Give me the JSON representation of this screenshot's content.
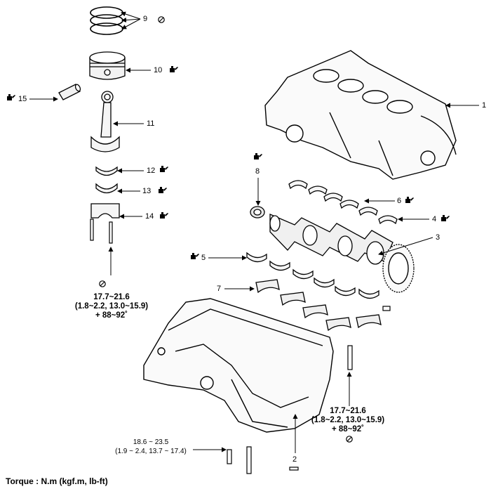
{
  "callouts": {
    "c1": "1",
    "c2": "2",
    "c3": "3",
    "c4": "4",
    "c5": "5",
    "c6": "6",
    "c7": "7",
    "c8": "8",
    "c9": "9",
    "c10": "10",
    "c11": "11",
    "c12": "12",
    "c13": "13",
    "c14": "14",
    "c15": "15"
  },
  "specs": {
    "rod_cap": {
      "l1": "17.7~21.6",
      "l2": "(1.8~2.2, 13.0~15.9)",
      "l3": "+ 88~92˚"
    },
    "main_cap": {
      "l1": "17.7~21.6",
      "l2": "(1.8~2.2, 13.0~15.9)",
      "l3": "+ 88~92˚"
    },
    "oil_pan": {
      "l1": "18.6 ~ 23.5",
      "l2": "(1.9 ~ 2.4, 13.7 ~ 17.4)"
    }
  },
  "footer": {
    "torque_units": "Torque : N.m (kgf.m, lb-ft)"
  },
  "icons": [
    "replace-part-icon",
    "apply-oil-icon"
  ],
  "colors": {
    "line": "#000000",
    "background": "#ffffff",
    "fill": "#eeeeee"
  }
}
